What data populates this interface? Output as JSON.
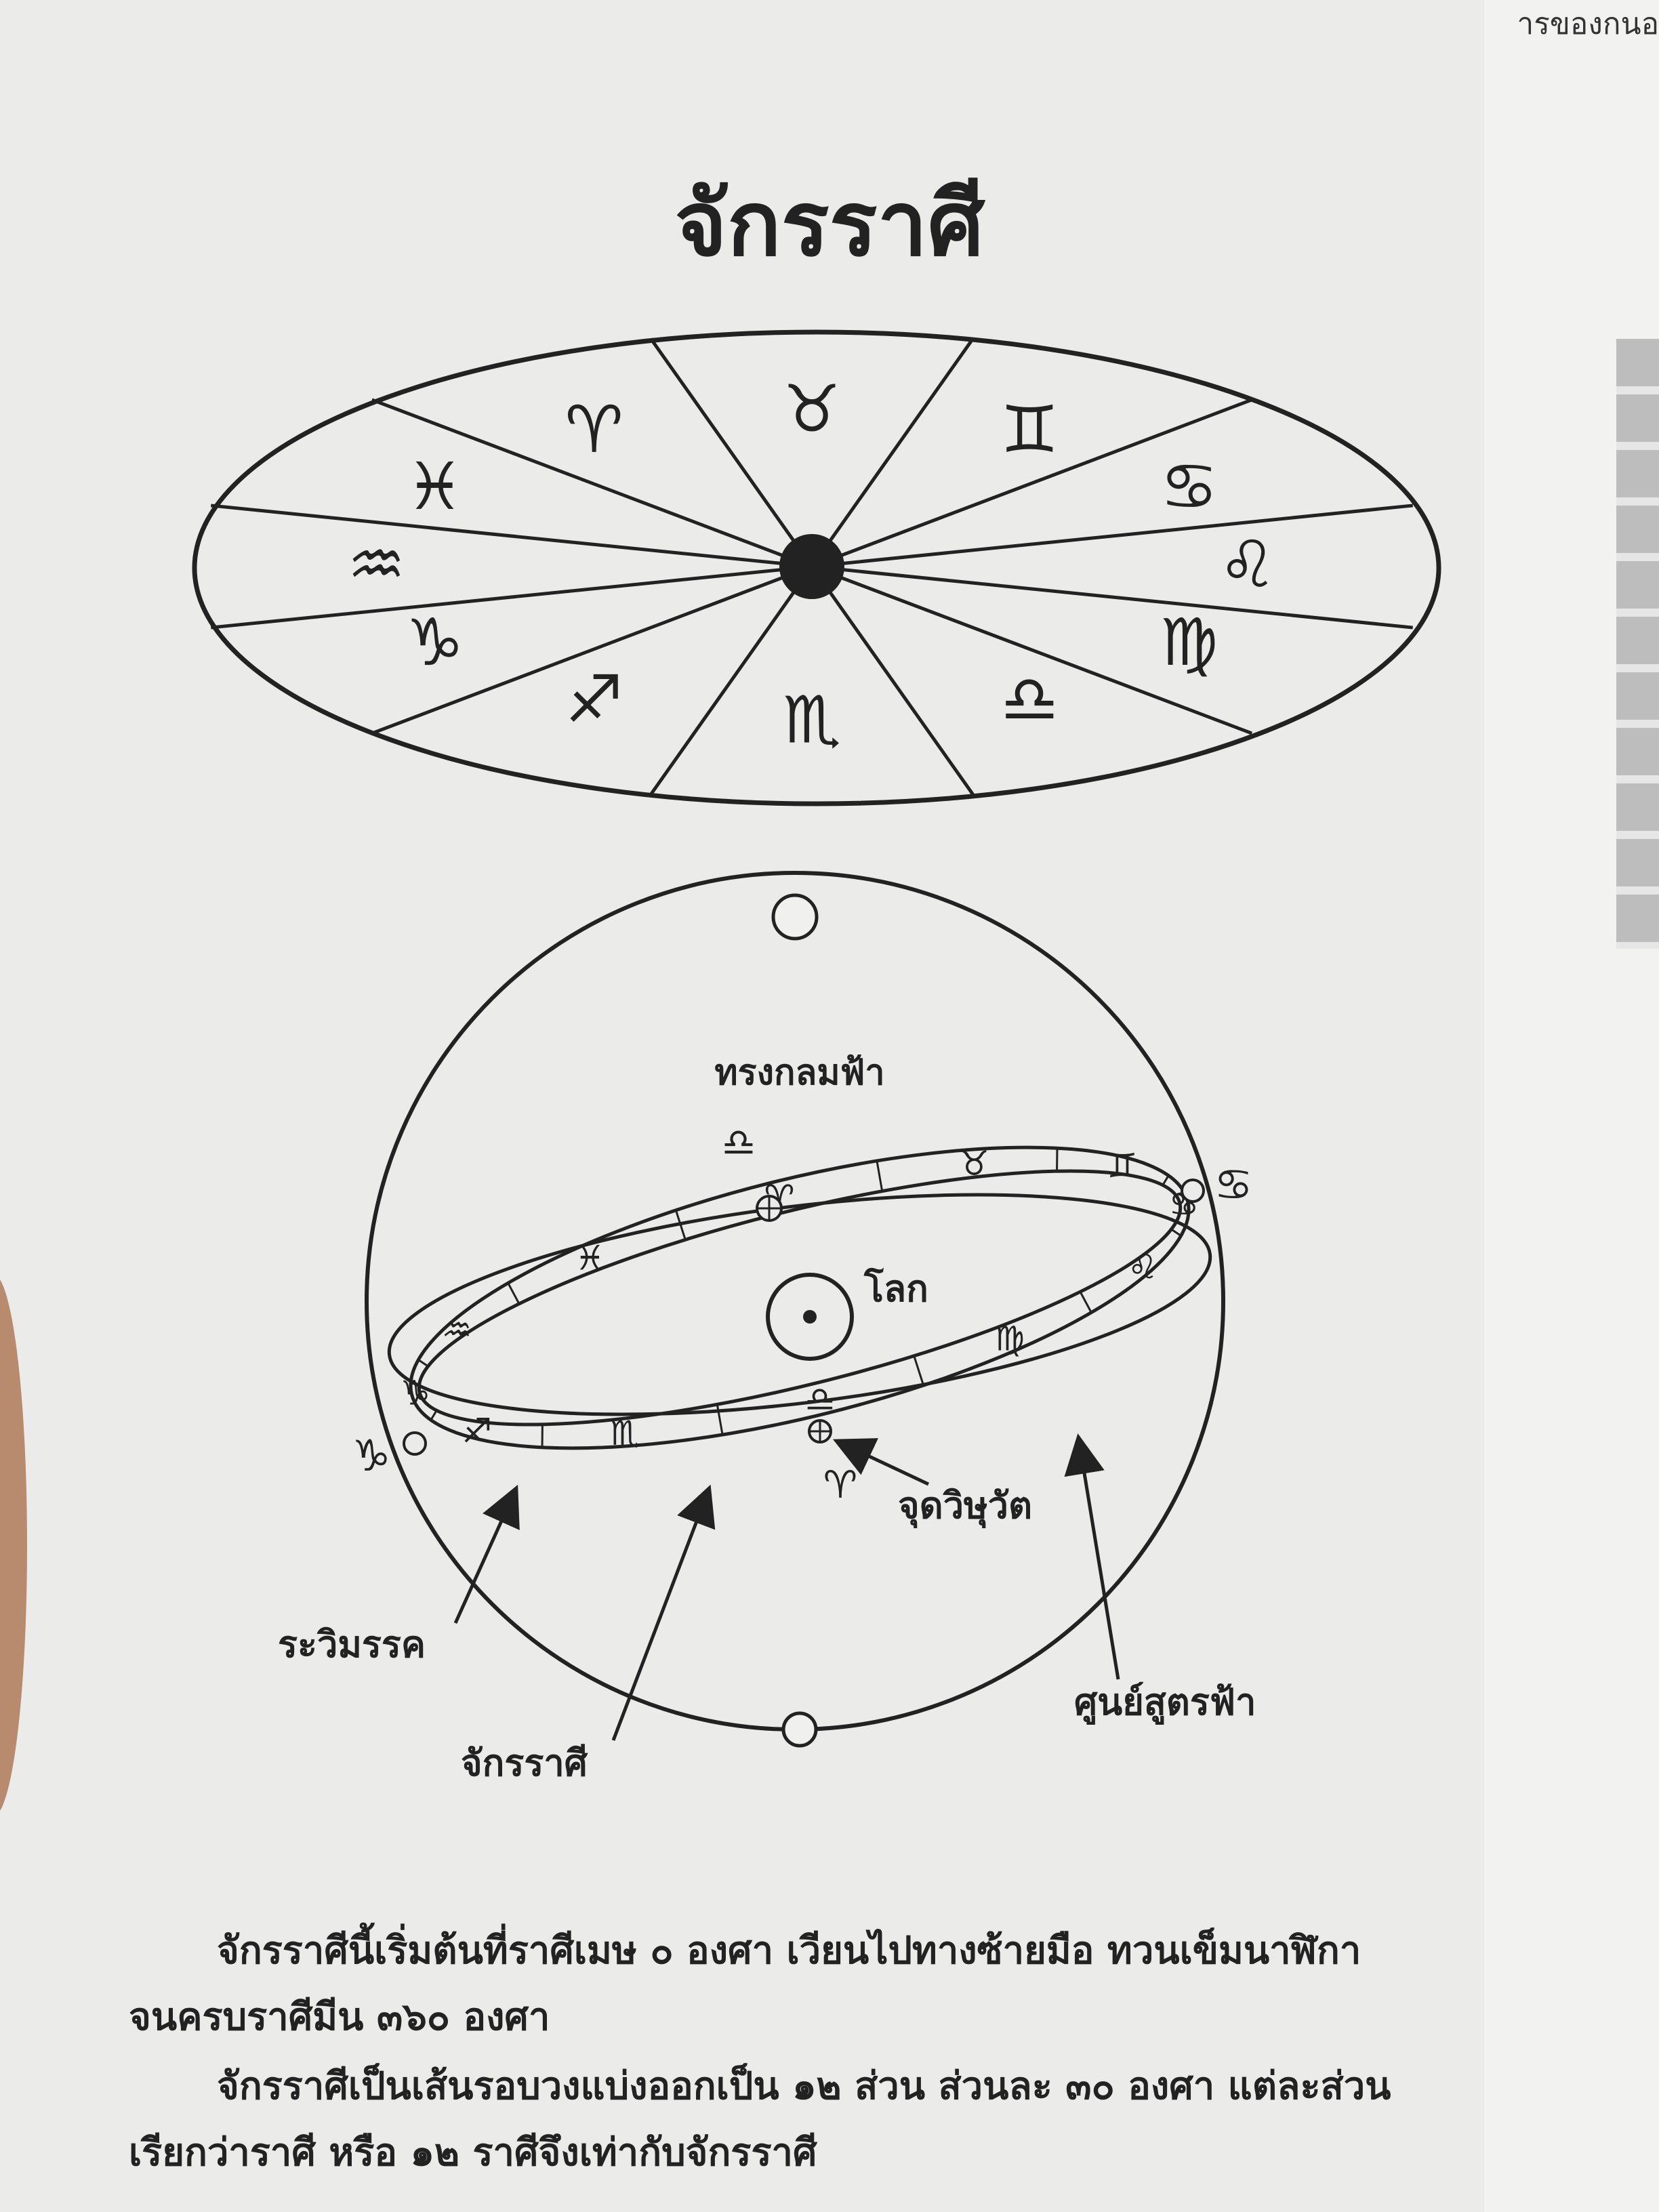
{
  "header_fragment": "ารของกนอ",
  "title": "จักรราศี",
  "wheel": {
    "signs": [
      {
        "glyph": "♈",
        "icon": "aries-icon"
      },
      {
        "glyph": "♓",
        "icon": "pisces-icon"
      },
      {
        "glyph": "♒",
        "icon": "aquarius-icon"
      },
      {
        "glyph": "♑",
        "icon": "capricorn-icon"
      },
      {
        "glyph": "♐",
        "icon": "sagittarius-icon"
      },
      {
        "glyph": "♏",
        "icon": "scorpio-icon"
      },
      {
        "glyph": "♎",
        "icon": "libra-icon"
      },
      {
        "glyph": "♍",
        "icon": "virgo-icon"
      },
      {
        "glyph": "♌",
        "icon": "leo-icon"
      },
      {
        "glyph": "♋",
        "icon": "cancer-icon"
      },
      {
        "glyph": "♊",
        "icon": "gemini-icon"
      },
      {
        "glyph": "♉",
        "icon": "taurus-icon"
      }
    ]
  },
  "sphere": {
    "label_sphere": "ทรงกลมฟ้า",
    "label_earth": "โลก",
    "label_equinox": "จุดวิษุวัต",
    "label_ecliptic": "ระวิมรรค",
    "label_zodiac": "จักรราศี",
    "label_equator": "ศูนย์สูตรฟ้า",
    "band_glyphs": [
      "♋",
      "♌",
      "♍",
      "♎",
      "♏",
      "♐",
      "♑",
      "♒",
      "♓",
      "♈",
      "♉",
      "♊"
    ],
    "outer_glyphs": {
      "libra": "♎",
      "cancer": "♋",
      "capricorn": "♑",
      "aries": "♈"
    }
  },
  "paragraphs": [
    "จักรราศีนี้เริ่มต้นที่ราศีเมษ ๐ องศา เวียนไปทางซ้ายมือ ทวนเข็มนาฬิกา จนครบราศีมีน ๓๖๐ องศา",
    "จักรราศีเป็นเส้นรอบวงแบ่งออกเป็น ๑๒ ส่วน ส่วนละ ๓๐ องศา แต่ละส่วนเรียกว่าราศี หรือ ๑๒  ราศีจึงเท่ากับจักรราศี"
  ]
}
